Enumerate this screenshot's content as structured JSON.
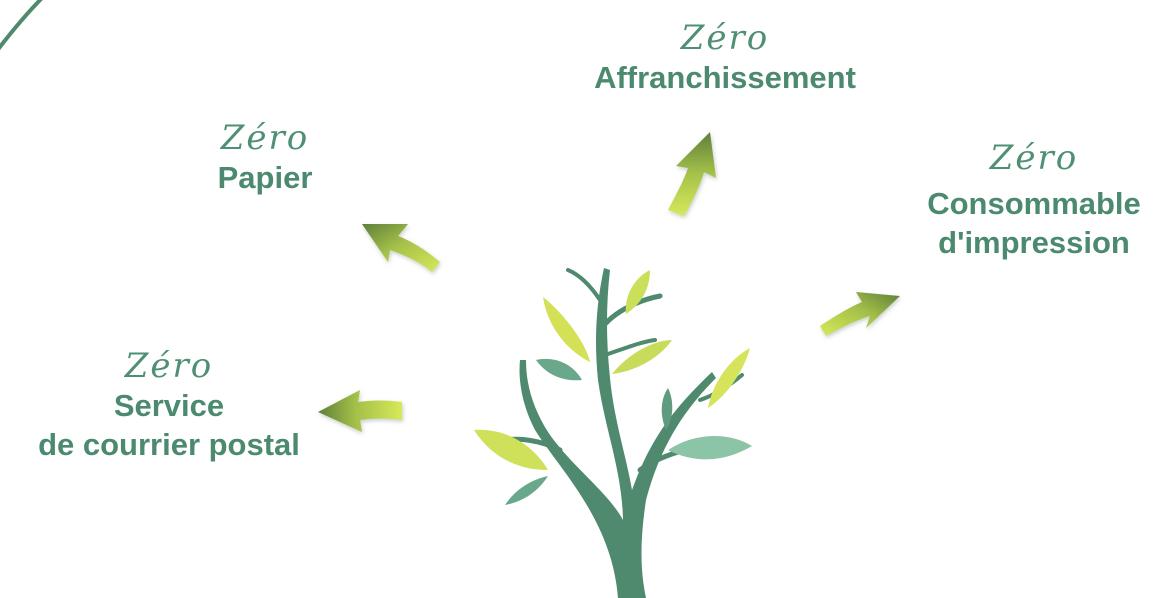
{
  "labels": {
    "affranchissement": {
      "zero": "Zéro",
      "title": "Affranchissement"
    },
    "papier": {
      "zero": "Zéro",
      "title": "Papier"
    },
    "consommable": {
      "zero": "Zéro",
      "title_line1": "Consommable",
      "title_line2": "d'impression"
    },
    "courrier": {
      "zero": "Zéro",
      "title_line1": "Service",
      "title_line2": "de courrier postal"
    }
  },
  "colors": {
    "text_green": "#4c8a70",
    "trunk_green": "#4f8a6f",
    "leaf_lime": "#d4e157",
    "leaf_light": "#c8db5a",
    "leaf_teal": "#6aa88c",
    "leaf_mint": "#8cc4a8",
    "arrow_dark": "#5d7e3a",
    "arrow_light": "#c9df4f"
  },
  "icons": [
    "tree-icon",
    "arrow-up-icon",
    "arrow-up-left-icon",
    "arrow-up-right-icon",
    "arrow-left-icon"
  ]
}
